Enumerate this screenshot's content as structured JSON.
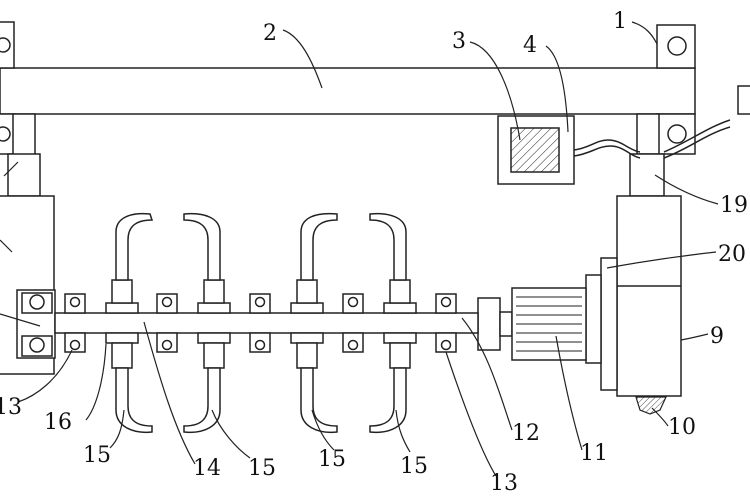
{
  "labels": {
    "l1": "1",
    "l2": "2",
    "l3": "3",
    "l4": "4",
    "l19": "19",
    "l20": "20",
    "l9": "9",
    "l10": "10",
    "l11": "11",
    "l12": "12",
    "l13a": "13",
    "l13b": "13",
    "l14": "14",
    "l15a": "15",
    "l15b": "15",
    "l15c": "15",
    "l15d": "15",
    "l16": "16"
  }
}
